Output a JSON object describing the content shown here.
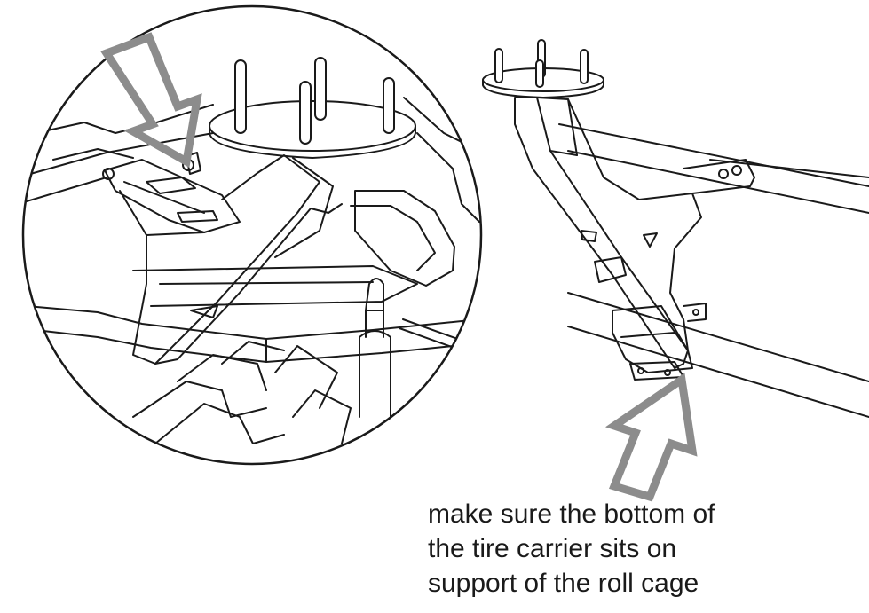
{
  "caption": {
    "lines": [
      "make sure the bottom of",
      "the tire carrier sits on",
      "support of the roll cage"
    ]
  },
  "colors": {
    "line": "#1a1a1a",
    "arrow_fill": "#8c8c8c",
    "background": "#ffffff"
  },
  "icons": {
    "detail_arrow": "arrow-down-right-icon",
    "support_arrow": "arrow-up-left-icon"
  }
}
